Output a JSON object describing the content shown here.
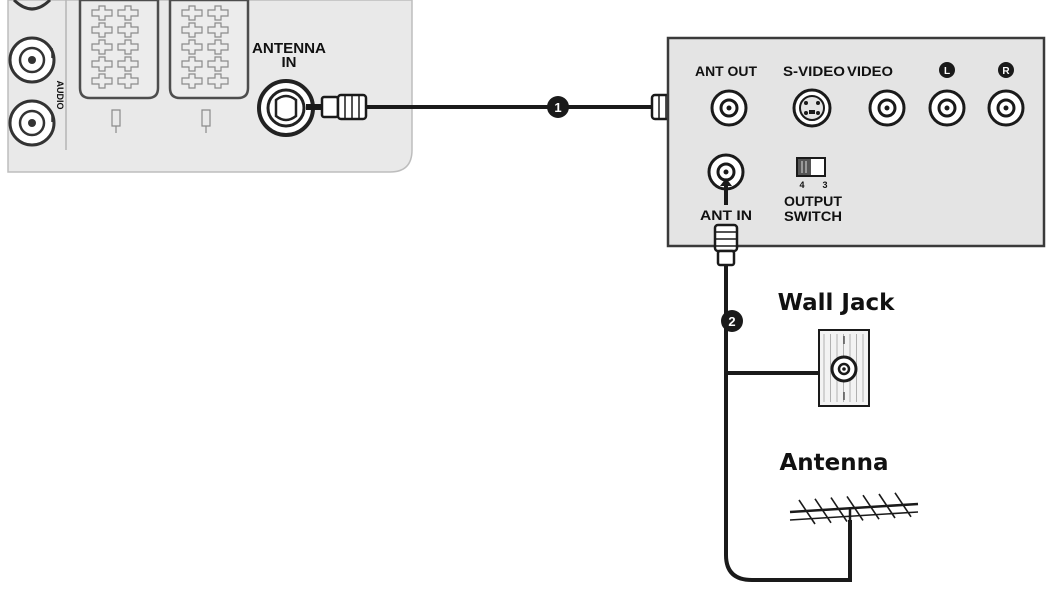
{
  "tv_panel": {
    "audio_label": "AUDIO",
    "antenna_label_line1": "ANTENNA",
    "antenna_label_line2": "IN"
  },
  "vcr": {
    "ant_out": "ANT OUT",
    "s_video": "S-VIDEO",
    "video": "VIDEO",
    "audio_left": "L",
    "audio_right": "R",
    "ant_in": "ANT IN",
    "switch_ch_a": "4",
    "switch_ch_b": "3",
    "output_switch_line1": "OUTPUT",
    "output_switch_line2": "SWITCH"
  },
  "steps": {
    "step1": "1",
    "step2": "2"
  },
  "wall_jack_label": "Wall Jack",
  "antenna_label": "Antenna",
  "colors": {
    "line": "#1a1a1a",
    "panel": "#e9e9e9",
    "vcr_panel": "#e4e4e4"
  }
}
